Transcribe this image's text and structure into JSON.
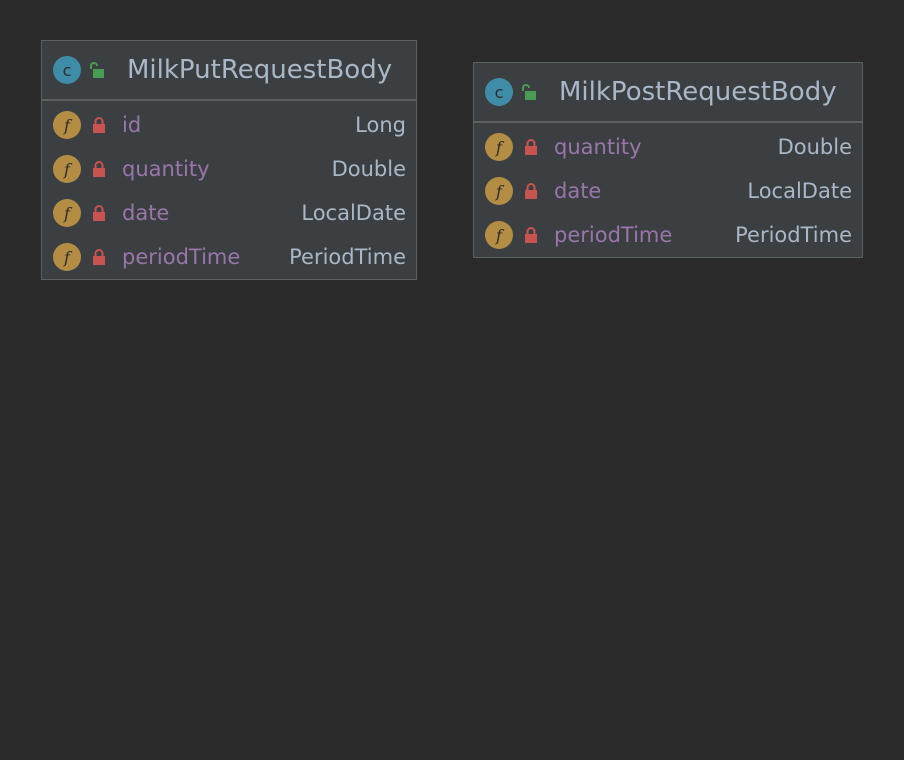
{
  "diagram": {
    "classes": [
      {
        "name": "MilkPutRequestBody",
        "kind_icon": "class-icon",
        "kind_letter": "c",
        "visibility_icon": "public-unlocked-icon",
        "fields": [
          {
            "icon": "field-icon",
            "letter": "f",
            "visibility": "private-lock-icon",
            "name": "id",
            "type": "Long"
          },
          {
            "icon": "field-icon",
            "letter": "f",
            "visibility": "private-lock-icon",
            "name": "quantity",
            "type": "Double"
          },
          {
            "icon": "field-icon",
            "letter": "f",
            "visibility": "private-lock-icon",
            "name": "date",
            "type": "LocalDate"
          },
          {
            "icon": "field-icon",
            "letter": "f",
            "visibility": "private-lock-icon",
            "name": "periodTime",
            "type": "PeriodTime"
          }
        ]
      },
      {
        "name": "MilkPostRequestBody",
        "kind_icon": "class-icon",
        "kind_letter": "c",
        "visibility_icon": "public-unlocked-icon",
        "fields": [
          {
            "icon": "field-icon",
            "letter": "f",
            "visibility": "private-lock-icon",
            "name": "quantity",
            "type": "Double"
          },
          {
            "icon": "field-icon",
            "letter": "f",
            "visibility": "private-lock-icon",
            "name": "date",
            "type": "LocalDate"
          },
          {
            "icon": "field-icon",
            "letter": "f",
            "visibility": "private-lock-icon",
            "name": "periodTime",
            "type": "PeriodTime"
          }
        ]
      }
    ]
  },
  "colors": {
    "canvas": "#2b2b2b",
    "node_fill": "#3c3f41",
    "node_border": "#5d6060",
    "class_badge": "#3f8ca8",
    "field_badge": "#b38d44",
    "public_lock": "#499c54",
    "private_lock": "#c75450",
    "field_name": "#9876aa",
    "text": "#a9b7c6"
  }
}
